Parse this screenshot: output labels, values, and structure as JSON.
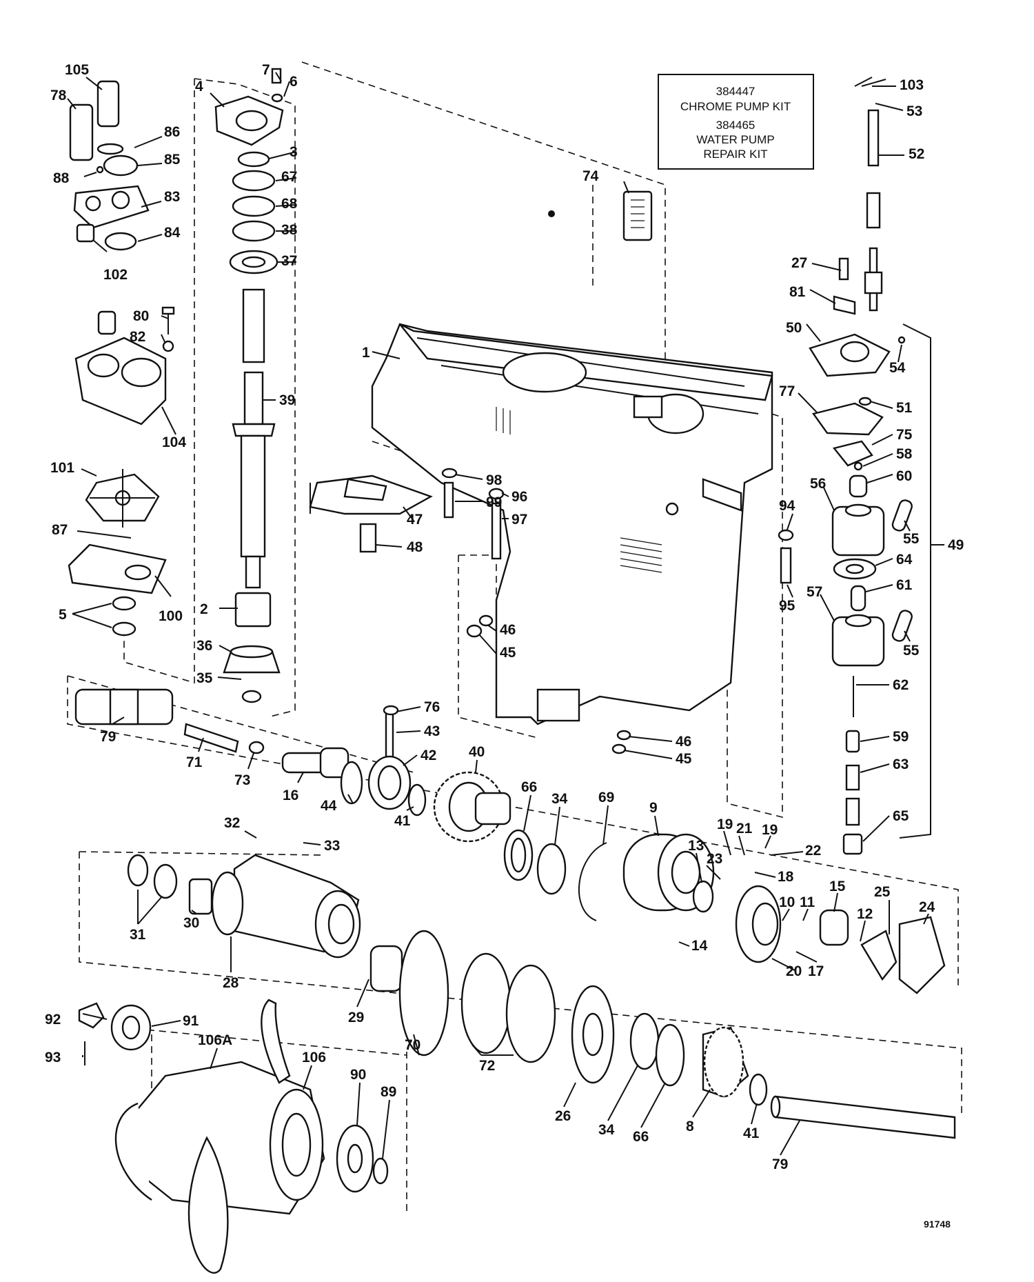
{
  "kit_box": {
    "line1": "384447",
    "line2": "CHROME PUMP KIT",
    "line3": "384465",
    "line4": "WATER PUMP",
    "line5": "REPAIR KIT"
  },
  "drawing_number": "91748",
  "labels": {
    "l105": "105",
    "l78": "78",
    "l7": "7",
    "l6": "6",
    "l4": "4",
    "l3": "3",
    "l86": "86",
    "l85": "85",
    "l88": "88",
    "l83": "83",
    "l84": "84",
    "l102": "102",
    "l67": "67",
    "l68": "68",
    "l38": "38",
    "l37": "37",
    "l80": "80",
    "l82": "82",
    "l104": "104",
    "l39": "39",
    "l1": "1",
    "l74": "74",
    "l103": "103",
    "l53": "53",
    "l52": "52",
    "l27": "27",
    "l81": "81",
    "l50": "50",
    "l54": "54",
    "l77": "77",
    "l51": "51",
    "l75": "75",
    "l58": "58",
    "l60": "60",
    "l56": "56",
    "l55a": "55",
    "l49": "49",
    "l64": "64",
    "l61": "61",
    "l57": "57",
    "l55b": "55",
    "l62": "62",
    "l59": "59",
    "l63": "63",
    "l65": "65",
    "l101": "101",
    "l87": "87",
    "l100": "100",
    "l5": "5",
    "l2": "2",
    "l36": "36",
    "l35": "35",
    "l98": "98",
    "l99": "99",
    "l96": "96",
    "l97": "97",
    "l47": "47",
    "l48": "48",
    "l94": "94",
    "l95": "95",
    "l46a": "46",
    "l45a": "45",
    "l79a": "79",
    "l71": "71",
    "l73": "73",
    "l16": "16",
    "l76": "76",
    "l43": "43",
    "l42": "42",
    "l44": "44",
    "l41a": "41",
    "l40": "40",
    "l66a": "66",
    "l34a": "34",
    "l69": "69",
    "l9": "9",
    "l46b": "46",
    "l45b": "45",
    "l32": "32",
    "l33": "33",
    "l31": "31",
    "l30": "30",
    "l28": "28",
    "l29": "29",
    "l70": "70",
    "l72": "72",
    "l13": "13",
    "l23": "23",
    "l19a": "19",
    "l21": "21",
    "l19b": "19",
    "l22": "22",
    "l18": "18",
    "l14": "14",
    "l10": "10",
    "l11": "11",
    "l15": "15",
    "l12": "12",
    "l25": "25",
    "l24": "24",
    "l20": "20",
    "l17": "17",
    "l92": "92",
    "l91": "91",
    "l93": "93",
    "l106a": "106A",
    "l106": "106",
    "l90": "90",
    "l89": "89",
    "l26": "26",
    "l34b": "34",
    "l66b": "66",
    "l8": "8",
    "l41b": "41",
    "l79b": "79"
  }
}
